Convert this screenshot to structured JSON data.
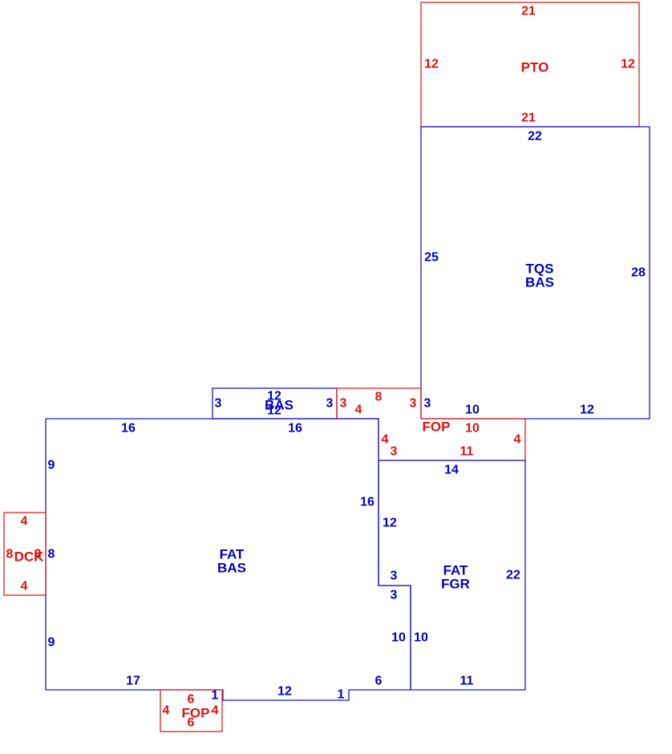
{
  "colors": {
    "main": "#0000c8",
    "secondary": "#e01010"
  },
  "areas": {
    "pto": {
      "name": "PTO",
      "dims": {
        "top": "21",
        "bottom": "21",
        "left": "12",
        "right": "12"
      }
    },
    "tqs": {
      "line1": "TQS",
      "line2": "BAS",
      "dims": {
        "top": "22",
        "left": "25",
        "right": "28",
        "bottom_a": "10",
        "bottom_b": "12",
        "step": "3"
      }
    },
    "bas_small": {
      "name": "BAS",
      "dims": {
        "top": "12",
        "bottom": "12",
        "left": "3",
        "right": "3"
      }
    },
    "fop_top": {
      "name": "FOP",
      "dims": {
        "top": "8",
        "left": "3",
        "right": "3",
        "inner_left": "4",
        "step_left": "4",
        "step_bottom": "3",
        "mid": "10",
        "bottom": "11",
        "right_side": "4"
      }
    },
    "fat_bas": {
      "line1": "FAT",
      "line2": "BAS",
      "dims": {
        "top_a": "16",
        "top_b": "16",
        "left_top": "9",
        "left_mid": "8",
        "left_bottom": "9",
        "bottom_a": "17",
        "bottom_b": "12",
        "right_a": "16",
        "right_b": "10",
        "step_a": "1",
        "step_b": "1",
        "step_c": "6"
      }
    },
    "fat_fgr": {
      "line1": "FAT",
      "line2": "FGR",
      "dims": {
        "top": "14",
        "left_a": "12",
        "notch_a": "3",
        "notch_b": "3",
        "left_b": "10",
        "right": "22",
        "bottom": "11"
      }
    },
    "dck": {
      "name": "DCK",
      "dims": {
        "top": "4",
        "bottom": "4",
        "left": "8",
        "right": "8"
      }
    },
    "fop_bottom": {
      "name": "FOP",
      "dims": {
        "top": "6",
        "bottom": "6",
        "left": "4",
        "right": "4"
      }
    }
  }
}
